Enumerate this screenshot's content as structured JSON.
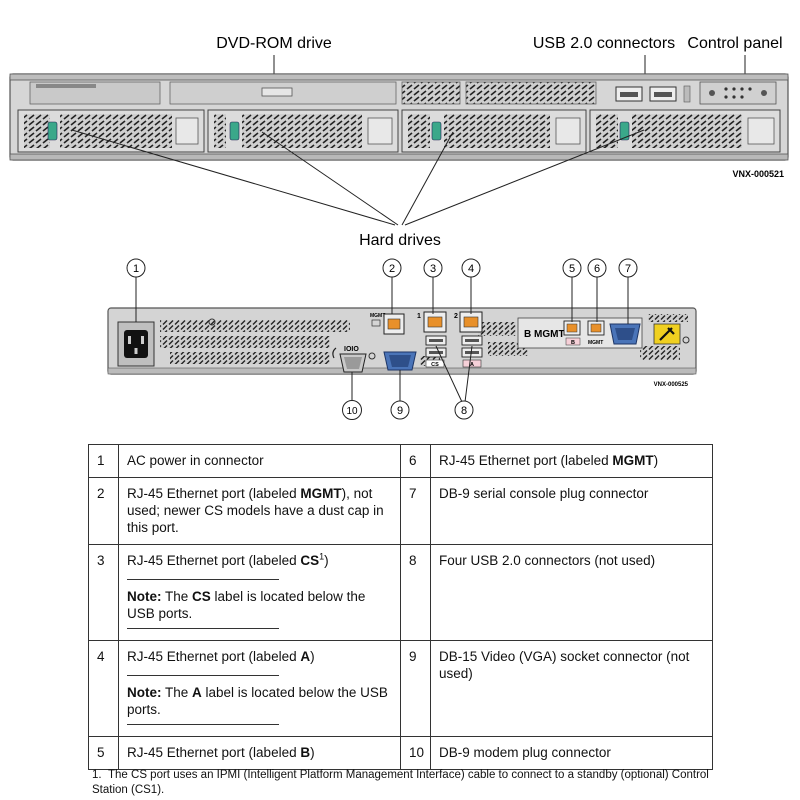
{
  "diagram": {
    "front_labels": {
      "dvd": "DVD-ROM drive",
      "usb": "USB 2.0 connectors",
      "control": "Control panel",
      "hard_drives": "Hard drives",
      "figure_id_front": "VNX-000521"
    },
    "rear_labels": {
      "mgmt_small": "MGMT",
      "b_mgmt": "B MGMT",
      "ioio": "IOIO",
      "cs": "CS",
      "port1": "1",
      "port2": "2",
      "mgmt_tiny": "MGMT",
      "b_tiny": "B",
      "a_tiny": "A",
      "figure_id_rear": "VNX-000525"
    },
    "callouts": [
      "1",
      "2",
      "3",
      "4",
      "5",
      "6",
      "7",
      "8",
      "9",
      "10"
    ]
  },
  "legend": {
    "rows": [
      {
        "left": {
          "num": "1",
          "text": "AC power in connector"
        },
        "right": {
          "num": "6",
          "pre": "RJ-45 Ethernet port (labeled ",
          "bold": "MGMT",
          "post": ")"
        }
      },
      {
        "left": {
          "num": "2",
          "pre": "RJ-45 Ethernet port (labeled ",
          "bold": "MGMT",
          "post": "), not used; newer CS models have a dust cap in this port."
        },
        "right": {
          "num": "7",
          "text": "DB-9 serial console plug connector"
        }
      },
      {
        "left": {
          "num": "3",
          "pre": "RJ-45 Ethernet port (labeled ",
          "bold": "CS",
          "sup": "1",
          "post": ")",
          "note_label": "Note:",
          "note_pre": " The ",
          "note_bold": "CS",
          "note_post": " label is located below the USB ports."
        },
        "right": {
          "num": "8",
          "text": "Four USB 2.0 connectors (not used)"
        }
      },
      {
        "left": {
          "num": "4",
          "pre": "RJ-45 Ethernet port (labeled ",
          "bold": "A",
          "post": ")",
          "note_label": "Note:",
          "note_pre": " The ",
          "note_bold": "A",
          "note_post": " label is located below the USB ports."
        },
        "right": {
          "num": "9",
          "text": "DB-15 Video (VGA) socket connector (not used)"
        }
      },
      {
        "left": {
          "num": "5",
          "pre": "RJ-45 Ethernet port (labeled ",
          "bold": "B",
          "post": ")"
        },
        "right": {
          "num": "10",
          "text": "DB-9 modem plug connector"
        }
      }
    ]
  },
  "footnote": {
    "num": "1.",
    "text": "The CS port uses an IPMI (Intelligent Platform Management Interface) cable to connect to a standby (optional) Control Station (CS1)."
  },
  "colors": {
    "chassis": "#d4d4d4",
    "chassis_dark": "#9a9a9a",
    "drive_latch": "#3aa88a",
    "rj45_orange": "#e8902a",
    "vga_blue": "#4a74b8",
    "warning_yellow": "#f0d020",
    "line": "#222222"
  }
}
